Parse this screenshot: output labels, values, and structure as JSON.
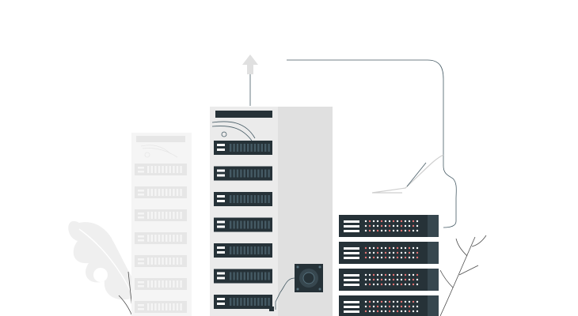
{
  "illustration": {
    "subject": "server-racks",
    "icons": [
      "upload-arrow-icon",
      "cooling-fan-icon",
      "leaf-icon",
      "plant-sprig-icon"
    ]
  },
  "colors": {
    "background": "#ffffff",
    "rack_dark": "#263238",
    "rack_light": "#ebebeb",
    "rack_shadow": "#e0e0e0",
    "ghost_rack": "#f5f5f5",
    "ghost_detail": "#e6e6e6",
    "led_white": "#ffffff",
    "led_red": "#e57373",
    "line": "#455a64",
    "arrow": "#e0e0e0",
    "plant": "#eeeeee"
  },
  "tower_modules": 7,
  "ghost_modules": 7,
  "stack_units": 4
}
